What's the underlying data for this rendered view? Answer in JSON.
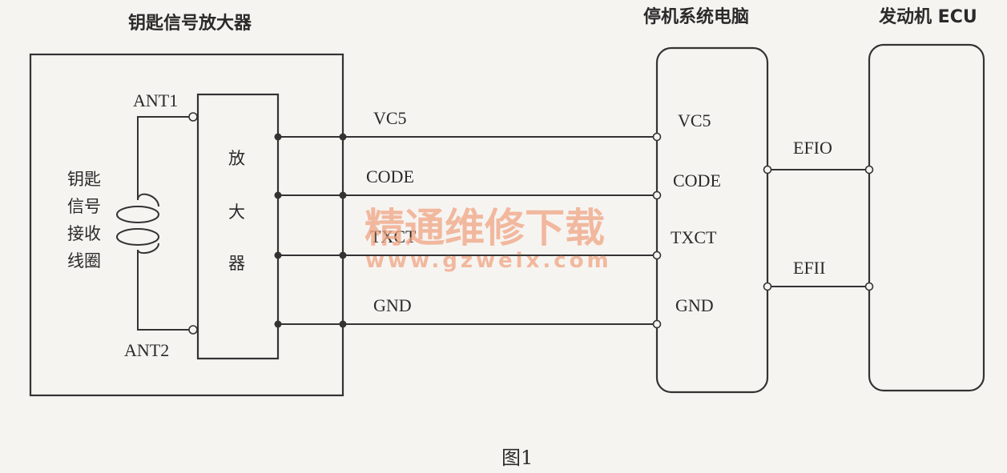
{
  "titles": {
    "amplifier_unit": "钥匙信号放大器",
    "immobilizer_ecu": "停机系统电脑",
    "engine_ecu": "发动机 ECU"
  },
  "amplifier": {
    "ant1": "ANT1",
    "ant2": "ANT2",
    "chars": [
      "放",
      "大",
      "器"
    ]
  },
  "coil": {
    "lines": [
      "钥匙",
      "信号",
      "接收",
      "线圈"
    ]
  },
  "signals": {
    "left": [
      "VC5",
      "CODE",
      "TXCT",
      "GND"
    ],
    "right": [
      "VC5",
      "CODE",
      "TXCT",
      "GND"
    ]
  },
  "ecu_links": [
    "EFIO",
    "EFII"
  ],
  "watermark": {
    "text": "精通维修下载",
    "url": "www.gzweix.com"
  },
  "caption": "图1"
}
